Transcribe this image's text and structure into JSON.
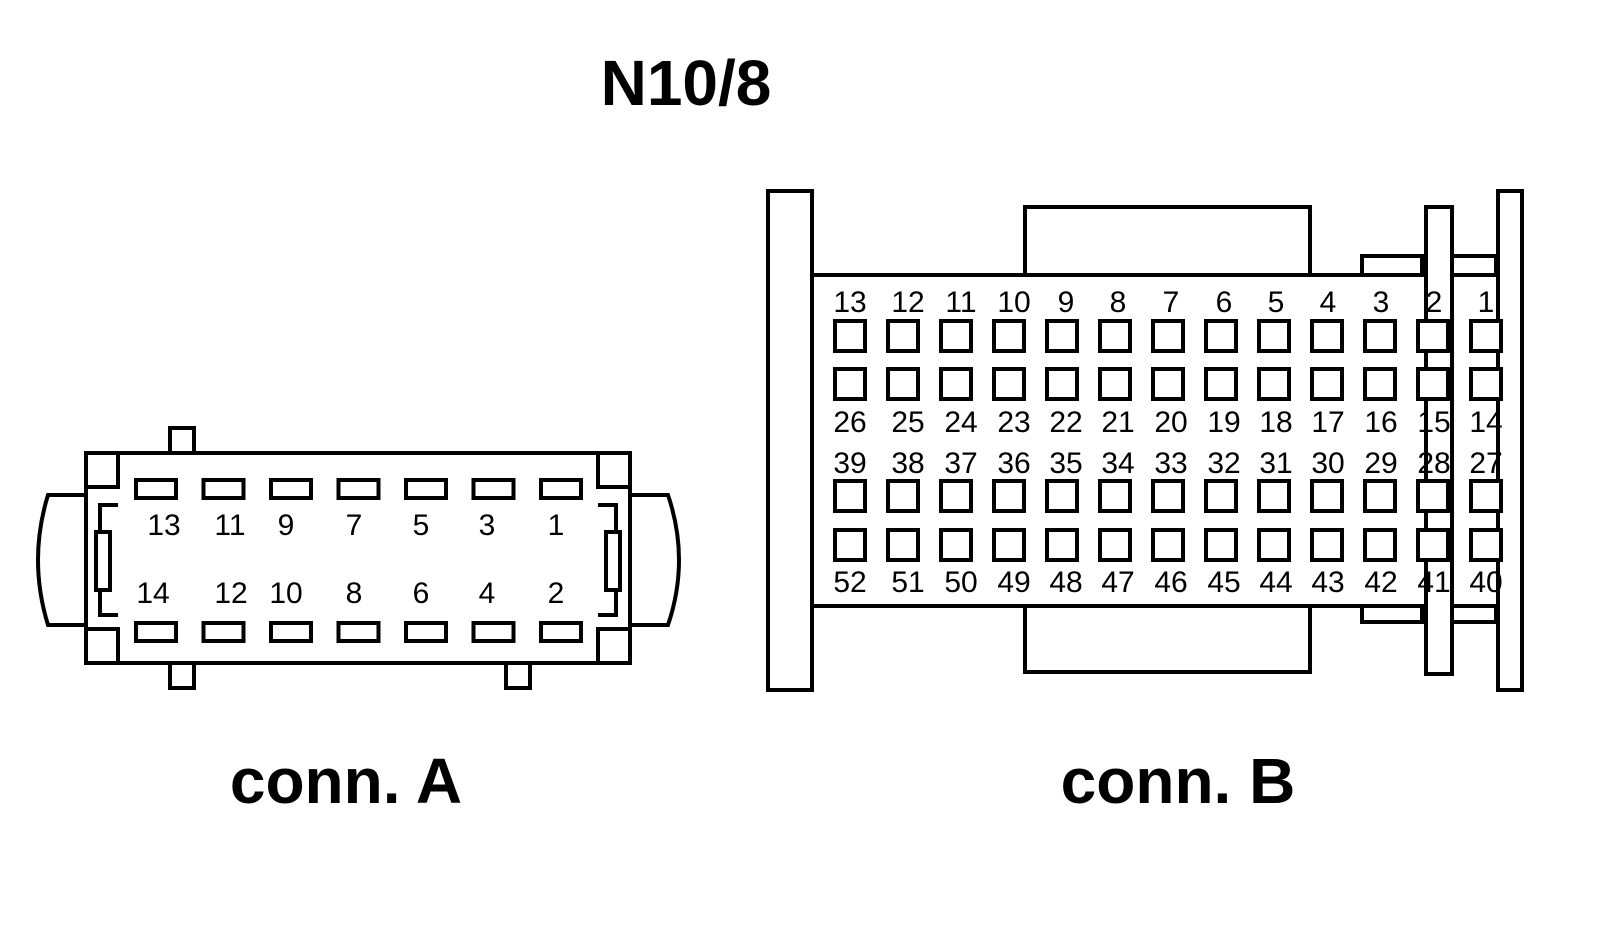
{
  "title": "N10/8",
  "connector_a": {
    "label": "conn. A",
    "top_row": [
      "13",
      "11",
      "9",
      "7",
      "5",
      "3",
      "1"
    ],
    "bottom_row": [
      "14",
      "12",
      "10",
      "8",
      "6",
      "4",
      "2"
    ]
  },
  "connector_b": {
    "label": "conn. B",
    "row1": [
      "13",
      "12",
      "11",
      "10",
      "9",
      "8",
      "7",
      "6",
      "5",
      "4",
      "3",
      "2",
      "1"
    ],
    "row2": [
      "26",
      "25",
      "24",
      "23",
      "22",
      "21",
      "20",
      "19",
      "18",
      "17",
      "16",
      "15",
      "14"
    ],
    "row3": [
      "39",
      "38",
      "37",
      "36",
      "35",
      "34",
      "33",
      "32",
      "31",
      "30",
      "29",
      "28",
      "27"
    ],
    "row4": [
      "52",
      "51",
      "50",
      "49",
      "48",
      "47",
      "46",
      "45",
      "44",
      "43",
      "42",
      "41",
      "40"
    ]
  }
}
